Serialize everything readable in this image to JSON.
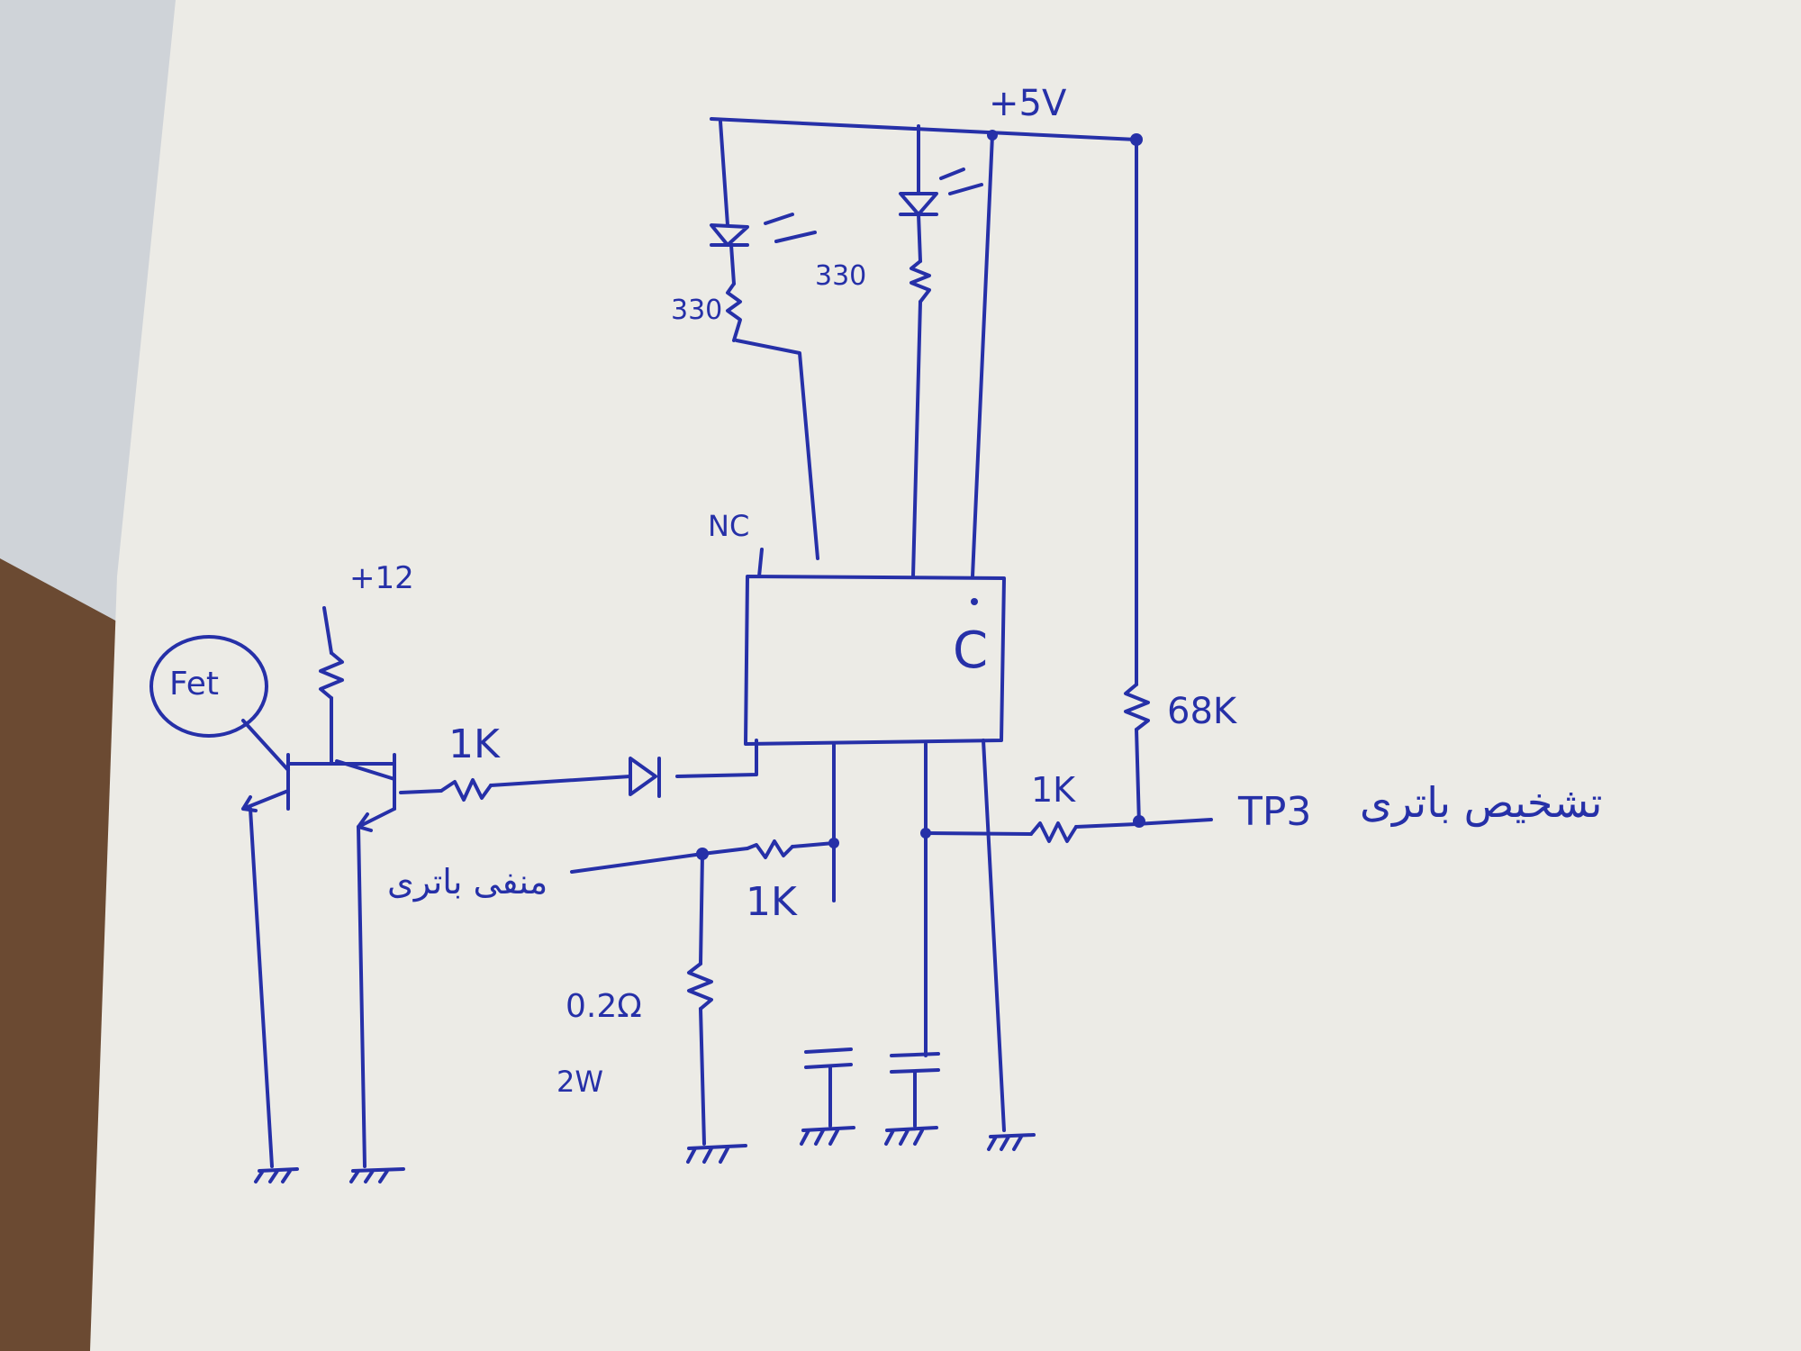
{
  "labels": {
    "supply_5v": "+5V",
    "supply_12v": "+12",
    "fet": "Fet",
    "nc": "NC",
    "r_led1": "330",
    "r_led2": "330",
    "r_gate": "1K",
    "r_sense": "1K",
    "r_tp3": "1K",
    "r_68k": "68K",
    "shunt_value": "0.2Ω",
    "shunt_power": "2W",
    "tp3": "TP3",
    "battery_detect": "تشخیص باتری",
    "battery_negative": "منفی باتری",
    "ic_mark": "C"
  },
  "colors": {
    "ink": "#2630a8",
    "paper": "#ecebe6",
    "paper_shadow": "#d9dadb",
    "wood": "#6b4a32"
  }
}
